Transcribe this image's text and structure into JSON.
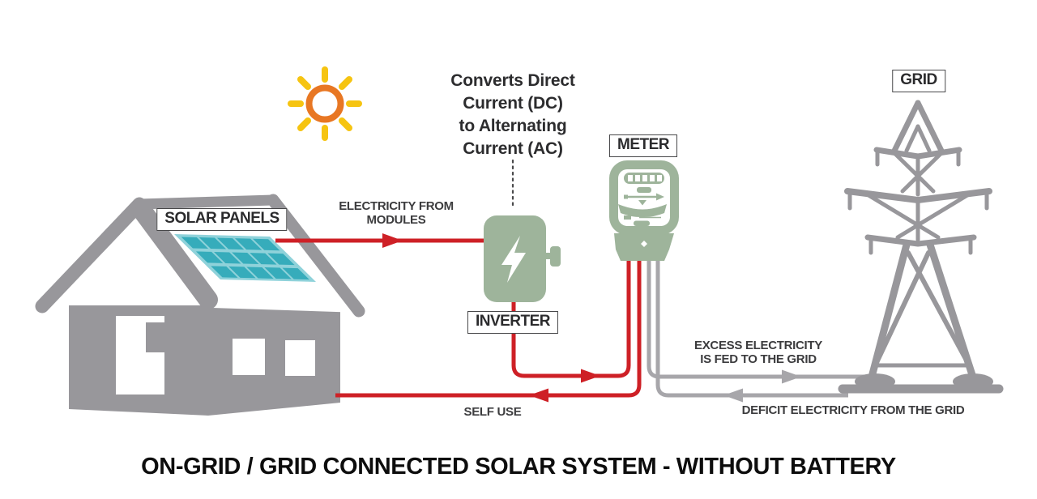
{
  "title": "ON-GRID / GRID CONNECTED SOLAR SYSTEM - WITHOUT BATTERY",
  "labels": {
    "solar_panels": "SOLAR PANELS",
    "inverter": "INVERTER",
    "meter": "METER",
    "grid": "GRID"
  },
  "annotations": {
    "electricity_from_modules": "ELECTRICITY FROM\nMODULES",
    "inverter_description": "Converts Direct\nCurrent (DC)\nto Alternating\nCurrent (AC)",
    "excess_electricity": "EXCESS ELECTRICITY\nIS FED TO THE GRID",
    "deficit_electricity": "DEFICIT ELECTRICITY FROM THE GRID",
    "self_use": "SELF USE"
  },
  "icons": {
    "sun": "sun-icon",
    "house": "house-icon",
    "solar_panel": "solar-panel-icon",
    "inverter": "inverter-box-icon",
    "lightning": "lightning-bolt-icon",
    "meter": "electric-meter-icon",
    "grid_tower": "transmission-tower-icon"
  },
  "colors": {
    "red": "#CE2026",
    "gray": "#98979B",
    "wire_gray": "#A7A6AA",
    "green": "#9EB49B",
    "panel_frame": "#8FD2DA",
    "panel_cell": "#36ACBB",
    "sun_ring": "#E87723",
    "sun_ray": "#F6C411",
    "ink": "#2D2D2F"
  }
}
